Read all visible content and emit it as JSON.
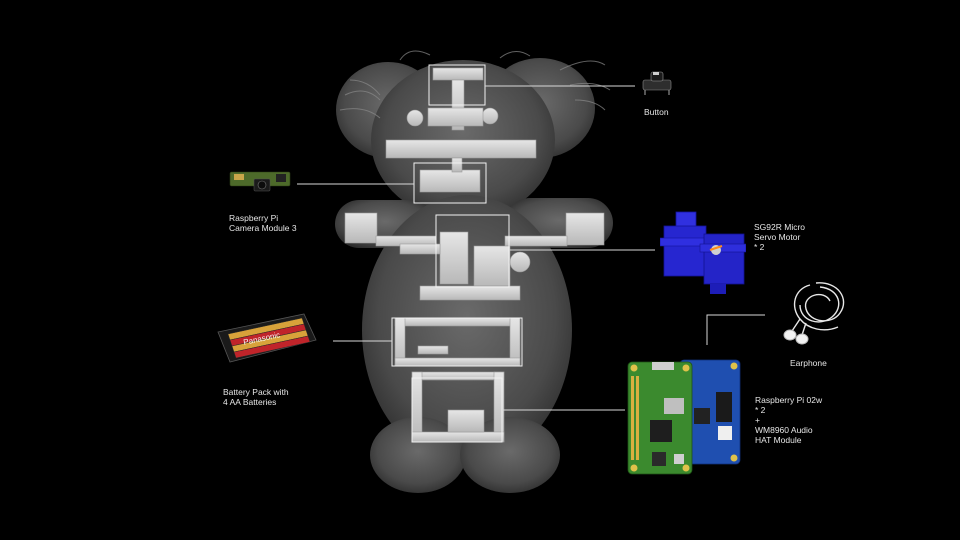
{
  "labels": {
    "button": "Button",
    "camera": "Raspberry Pi\nCamera Module 3",
    "servo": "SG92R Micro\nServo Motor\n* 2",
    "battery": "Battery Pack with\n4 AA Batteries",
    "earphone": "Earphone",
    "board": "Raspberry Pi 02w\n* 2\n+\nWM8960 Audio\nHAT Module"
  },
  "battery_brand": "Panasonic",
  "colors": {
    "background": "#000000",
    "fur": "#4a4a4a",
    "skeleton": "#d9d9d9",
    "servo": "#2a2ad8",
    "pcb_green": "#3b8a2e",
    "pcb_blue": "#1f4fb0",
    "battery_gold": "#d8a23a"
  },
  "icons": [
    "push-button-icon",
    "camera-module-icon",
    "servo-motor-icon",
    "battery-pack-icon",
    "earphone-icon",
    "raspberry-pi-board-icon"
  ]
}
